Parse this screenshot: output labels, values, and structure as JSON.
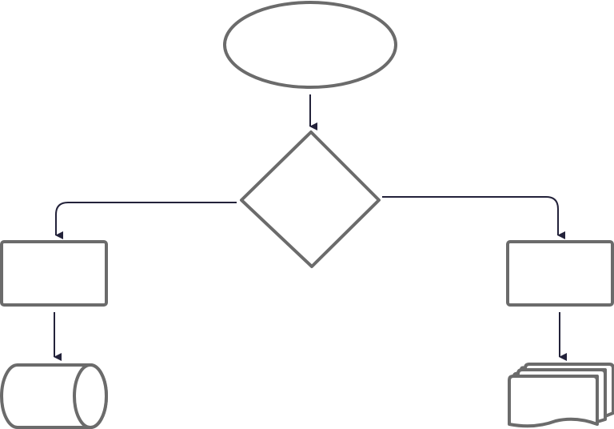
{
  "diagram": {
    "type": "flowchart",
    "colors": {
      "shape_stroke": "#6b6b6b",
      "connector": "#23223a",
      "background": "#ffffff"
    },
    "nodes": [
      {
        "id": "start",
        "shape": "ellipse",
        "label": ""
      },
      {
        "id": "decision",
        "shape": "diamond",
        "label": ""
      },
      {
        "id": "process-left",
        "shape": "rectangle",
        "label": ""
      },
      {
        "id": "process-right",
        "shape": "rectangle",
        "label": ""
      },
      {
        "id": "database",
        "shape": "cylinder",
        "label": ""
      },
      {
        "id": "documents",
        "shape": "multi-document",
        "label": ""
      }
    ],
    "edges": [
      {
        "from": "start",
        "to": "decision"
      },
      {
        "from": "decision",
        "to": "process-left"
      },
      {
        "from": "decision",
        "to": "process-right"
      },
      {
        "from": "process-left",
        "to": "database"
      },
      {
        "from": "process-right",
        "to": "documents"
      }
    ]
  }
}
